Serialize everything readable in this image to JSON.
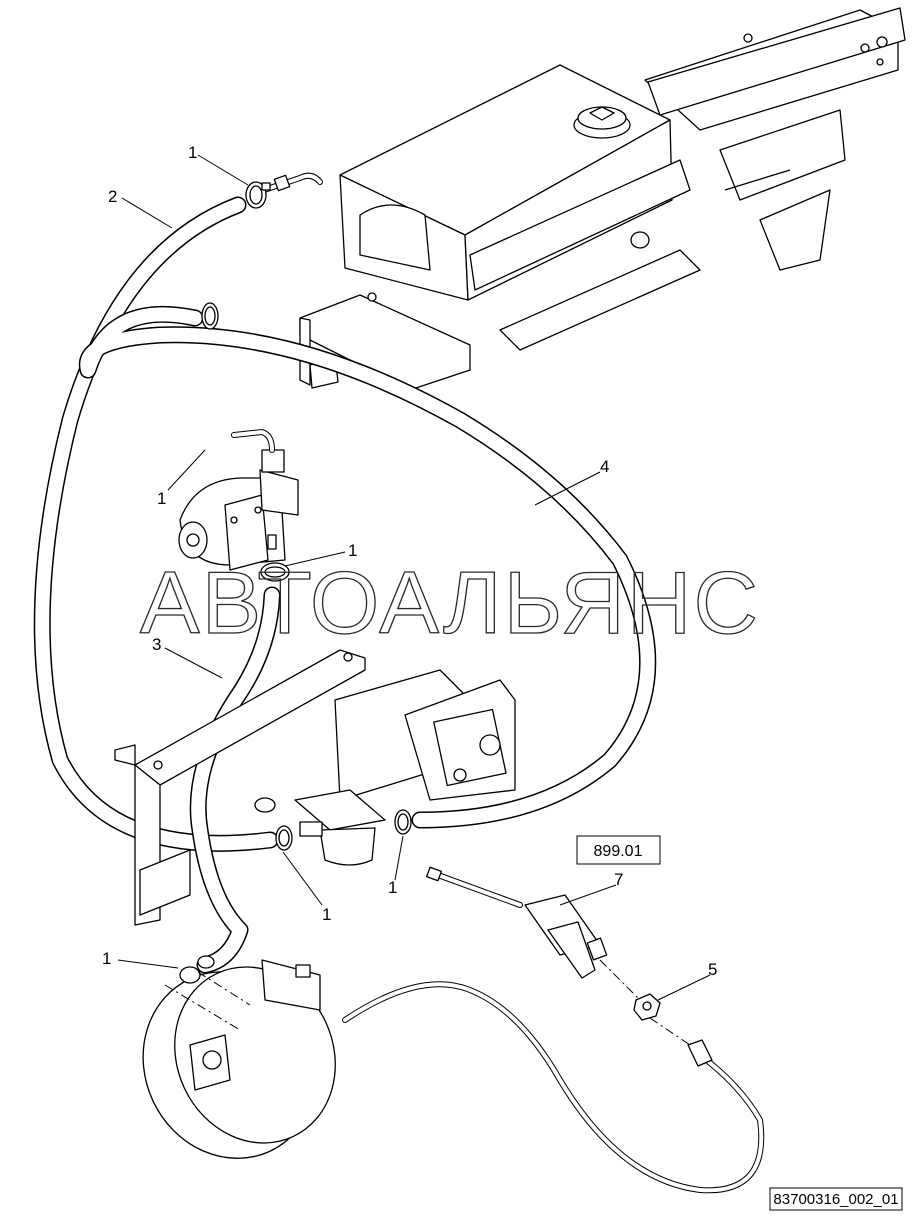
{
  "watermark": "АВТОАЛЬЯНС",
  "reference_label": "899.01",
  "drawing_id": "83700316_002_01",
  "callouts": {
    "clamp_top": "1",
    "hose_2": "2",
    "clamp_pump_in": "1",
    "clamp_pump_out": "1",
    "hose_4": "4",
    "hose_3": "3",
    "clamp_heater_left": "1",
    "clamp_heater_right": "1",
    "sensor_7": "7",
    "clamp_bottom": "1",
    "nut_5": "5"
  }
}
